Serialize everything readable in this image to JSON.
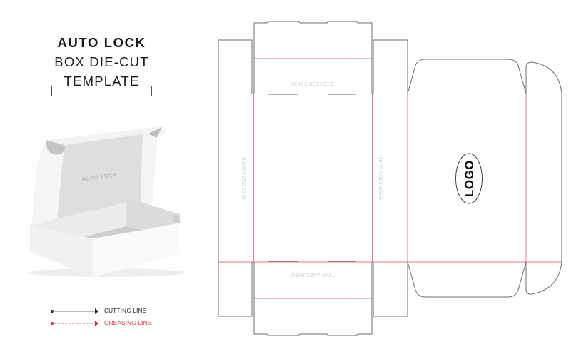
{
  "title": {
    "line1": "AUTO LOCK",
    "line2": "BOX DIE-CUT",
    "line3": "TEMPLATE"
  },
  "mockup": {
    "lid_print": "AUTO LOCK"
  },
  "dieline": {
    "panel_texts": {
      "top_flap": "TEXT GOES HERE",
      "bottom_flap": "TEXT GOES HERE",
      "left_side": "TEXT GOES HERE",
      "right_side": "TEXT GOES HERE"
    },
    "logo": "LOGO"
  },
  "legend": {
    "items": [
      {
        "label": "CUTTING LINE",
        "style": "solid",
        "color": "#222222"
      },
      {
        "label": "GREASING LINE",
        "style": "dashed",
        "color": "#d6303d"
      }
    ]
  },
  "colors": {
    "cut_line": "#6e6e6e",
    "crease_line": "#e07a86",
    "panel_text": "#c9c9c9",
    "accent_red": "#d6303d"
  }
}
